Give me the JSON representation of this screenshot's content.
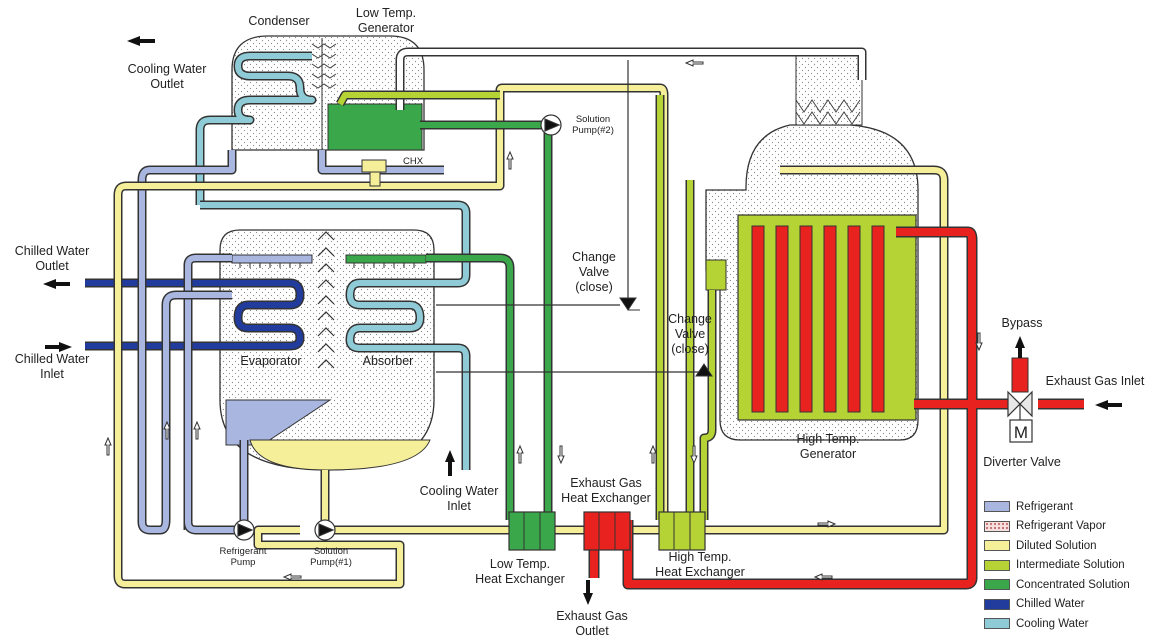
{
  "labels": {
    "condenser": "Condenser",
    "low_temp_generator": "Low Temp.\nGenerator",
    "cooling_water_outlet": "Cooling Water\nOutlet",
    "solution_pump_2": "Solution\nPump(#2)",
    "chx": "CHX",
    "chilled_water_outlet": "Chilled Water\nOutlet",
    "chilled_water_inlet": "Chilled Water\nInlet",
    "evaporator": "Evaporator",
    "absorber": "Absorber",
    "change_valve_1": "Change\nValve\n(close)",
    "change_valve_2": "Change\nValve\n(close)",
    "cooling_water_inlet": "Cooling Water\nInlet",
    "exhaust_gas_heat_exchanger": "Exhaust Gas\nHeat Exchanger",
    "low_temp_heat_exchanger": "Low Temp.\nHeat Exchanger",
    "high_temp_heat_exchanger": "High Temp.\nHeat Exchanger",
    "exhaust_gas_outlet": "Exhaust Gas\nOutlet",
    "refrigerant_pump": "Refrigerant\nPump",
    "solution_pump_1": "Solution\nPump(#1)",
    "high_temp_generator": "High Temp.\nGenerator",
    "bypass": "Bypass",
    "exhaust_gas_inlet": "Exhaust Gas Inlet",
    "diverter_valve": "Diverter Valve",
    "motor": "M"
  },
  "colors": {
    "refrigerant": "#a9b6e0",
    "refrigerant_vapor": "#f4dede",
    "diluted_solution": "#f5ef9a",
    "intermediate_solution": "#b5d334",
    "concentrated_solution": "#3aa84a",
    "chilled_water": "#213c9c",
    "cooling_water": "#8fcbd6",
    "exhaust": "#e8221e"
  },
  "legend": [
    {
      "label": "Refrigerant",
      "color": "#a9b6e0"
    },
    {
      "label": "Refrigerant Vapor",
      "color": "#f4dede"
    },
    {
      "label": "Diluted Solution",
      "color": "#f5ef9a"
    },
    {
      "label": "Intermediate Solution",
      "color": "#b5d334"
    },
    {
      "label": "Concentrated Solution",
      "color": "#3aa84a"
    },
    {
      "label": "Chilled Water",
      "color": "#213c9c"
    },
    {
      "label": "Cooling Water",
      "color": "#8fcbd6"
    }
  ]
}
